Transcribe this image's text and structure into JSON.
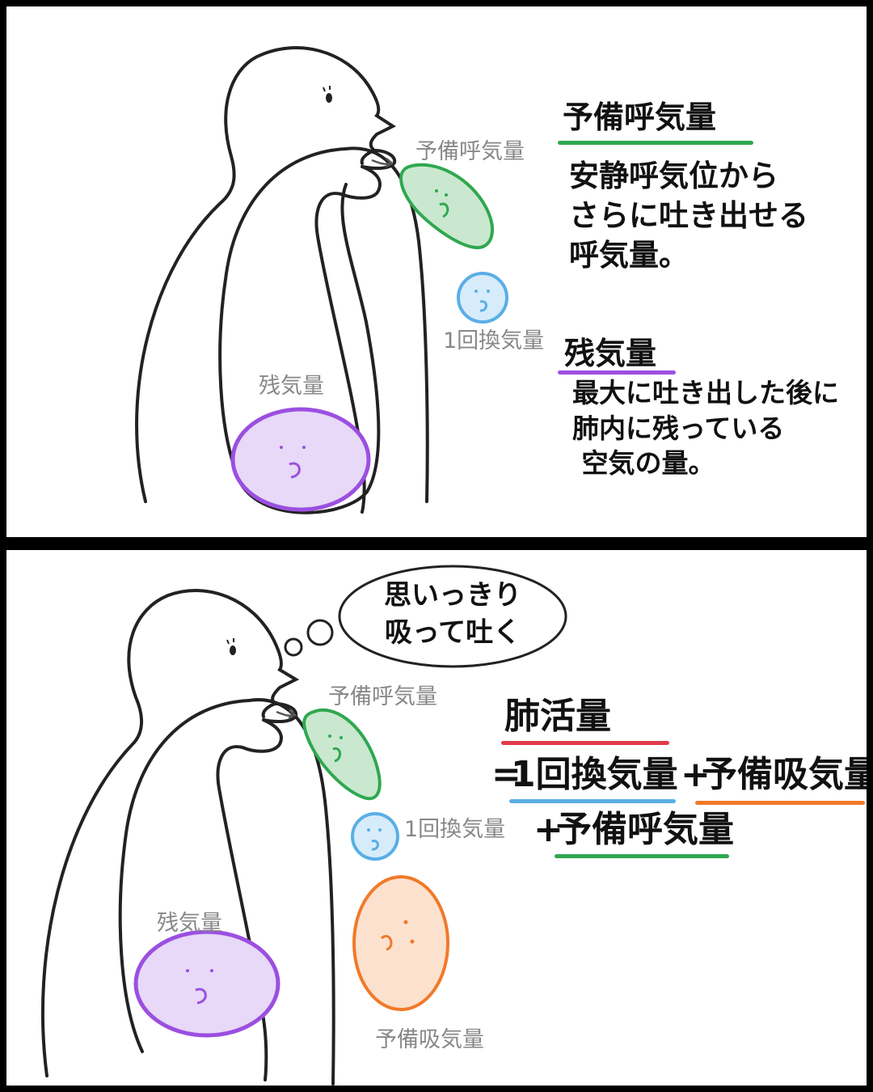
{
  "colors": {
    "outline": "#222222",
    "erv": "#2fa84f",
    "erv_fill": "#c9e8cf",
    "tidal": "#5aaee6",
    "tidal_fill": "#d7ecfa",
    "residual": "#9b4fe0",
    "residual_fill": "#e7d9f7",
    "irv": "#f07a2a",
    "irv_fill": "#fde1cf",
    "vital": "#e23b4a"
  },
  "panel1": {
    "label_erv": "予備呼気量",
    "label_tidal": "1回換気量",
    "label_residual": "残気量",
    "erv_heading": "予備呼気量",
    "erv_desc": "安静呼気位から\nさらに吐き出せる\n呼気量。",
    "residual_heading": "残気量",
    "residual_desc": "最大に吐き出した後に\n肺内に残っている\n 空気の量。"
  },
  "panel2": {
    "thought": "思いっきり\n吸って吐く",
    "label_erv": "予備呼気量",
    "label_tidal": "1回換気量",
    "label_residual": "残気量",
    "label_irv": "予備吸気量",
    "formula_title": "肺活量",
    "formula_eq": "=",
    "formula_tidal": "1回換気量",
    "formula_plus1": "+",
    "formula_irv": "予備吸気量",
    "formula_plus2": "+",
    "formula_erv": "予備呼気量"
  }
}
